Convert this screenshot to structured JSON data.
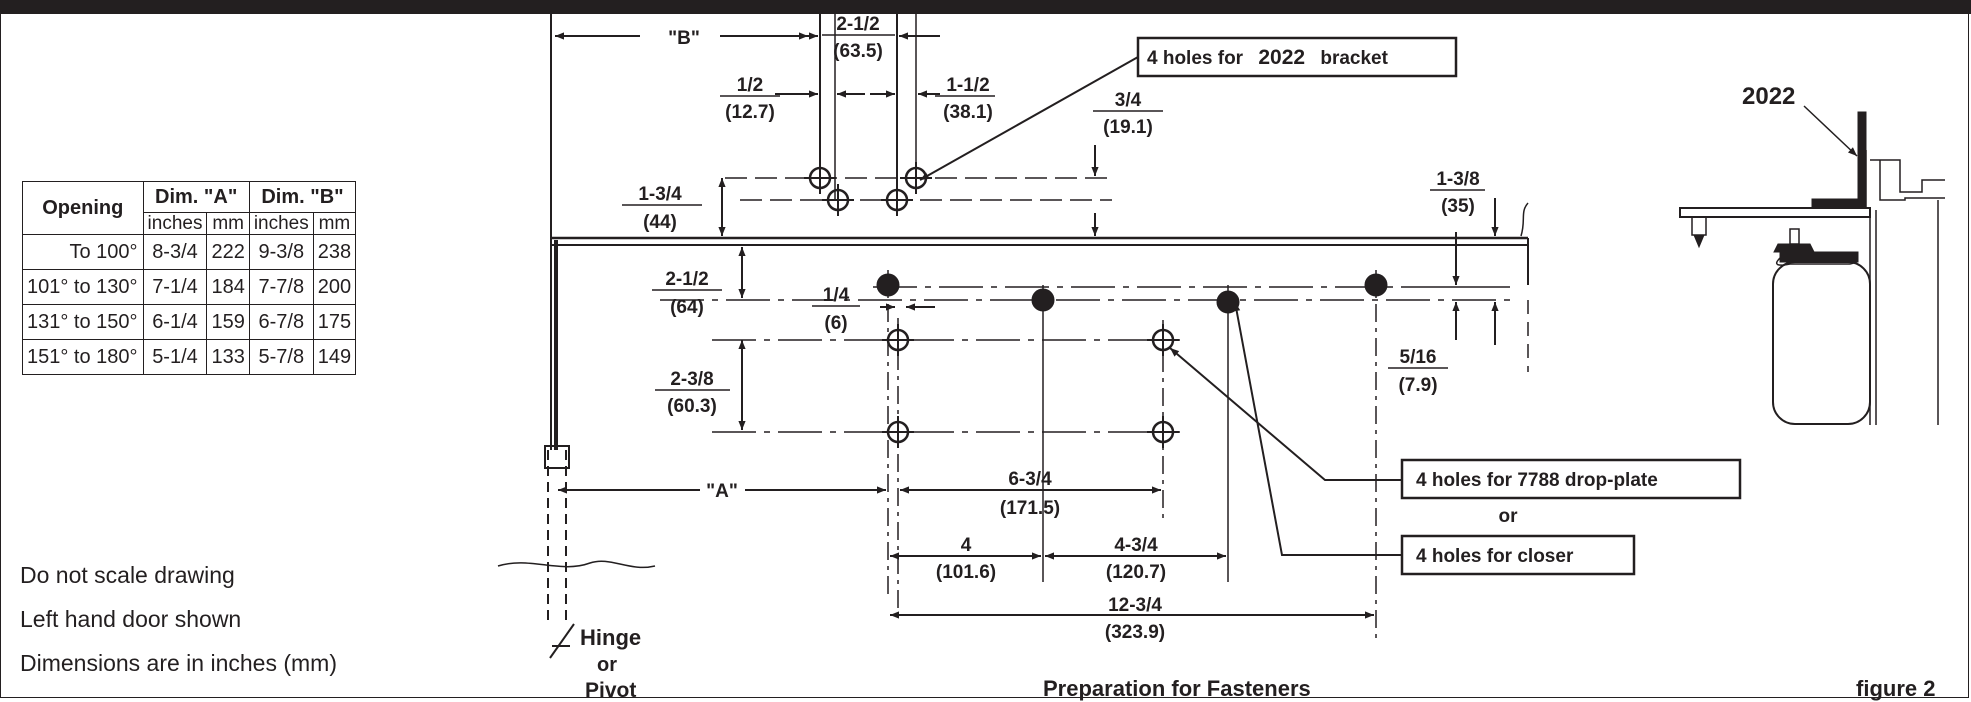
{
  "table": {
    "headers": {
      "opening": "Opening",
      "dim_a": "Dim. \"A\"",
      "dim_b": "Dim. \"B\""
    },
    "subheaders": [
      "inches",
      "mm",
      "inches",
      "mm"
    ],
    "rows": [
      {
        "opening": "To 100°",
        "a_in": "8-3/4",
        "a_mm": "222",
        "b_in": "9-3/8",
        "b_mm": "238"
      },
      {
        "opening": "101° to 130°",
        "a_in": "7-1/4",
        "a_mm": "184",
        "b_in": "7-7/8",
        "b_mm": "200"
      },
      {
        "opening": "131° to 150°",
        "a_in": "6-1/4",
        "a_mm": "159",
        "b_in": "6-7/8",
        "b_mm": "175"
      },
      {
        "opening": "151° to 180°",
        "a_in": "5-1/4",
        "a_mm": "133",
        "b_in": "5-7/8",
        "b_mm": "149"
      }
    ]
  },
  "notes": [
    "Do not scale drawing",
    "Left hand door shown",
    "Dimensions are in inches (mm)"
  ],
  "drawing": {
    "dim_b_label": "\"B\"",
    "dim_a_label": "\"A\"",
    "d_2_1_2_top": "2-1/2",
    "d_63_5": "(63.5)",
    "d_1_2": "1/2",
    "d_12_7": "(12.7)",
    "d_1_1_2": "1-1/2",
    "d_38_1": "(38.1)",
    "d_3_4": "3/4",
    "d_19_1": "(19.1)",
    "d_1_3_4": "1-3/4",
    "d_44": "(44)",
    "d_1_3_8": "1-3/8",
    "d_35": "(35)",
    "d_2_1_2_left": "2-1/2",
    "d_64": "(64)",
    "d_1_4": "1/4",
    "d_6": "(6)",
    "d_2_3_8": "2-3/8",
    "d_60_3": "(60.3)",
    "d_5_16": "5/16",
    "d_7_9": "(7.9)",
    "d_6_3_4": "6-3/4",
    "d_171_5": "(171.5)",
    "d_4": "4",
    "d_101_6": "(101.6)",
    "d_4_3_4": "4-3/4",
    "d_120_7": "(120.7)",
    "d_12_3_4": "12-3/4",
    "d_323_9": "(323.9)",
    "callout_bracket_prefix": "4 holes for",
    "callout_bracket_model": "2022",
    "callout_bracket_suffix": "bracket",
    "callout_dropplate": "4 holes for 7788 drop-plate",
    "callout_or": "or",
    "callout_closer": "4 holes for closer",
    "hinge_line1": "Hinge",
    "hinge_line2": "or",
    "hinge_line3": "Pivot",
    "model_label": "2022"
  },
  "footer": {
    "title": "Preparation for Fasteners",
    "figure": "figure 2"
  }
}
